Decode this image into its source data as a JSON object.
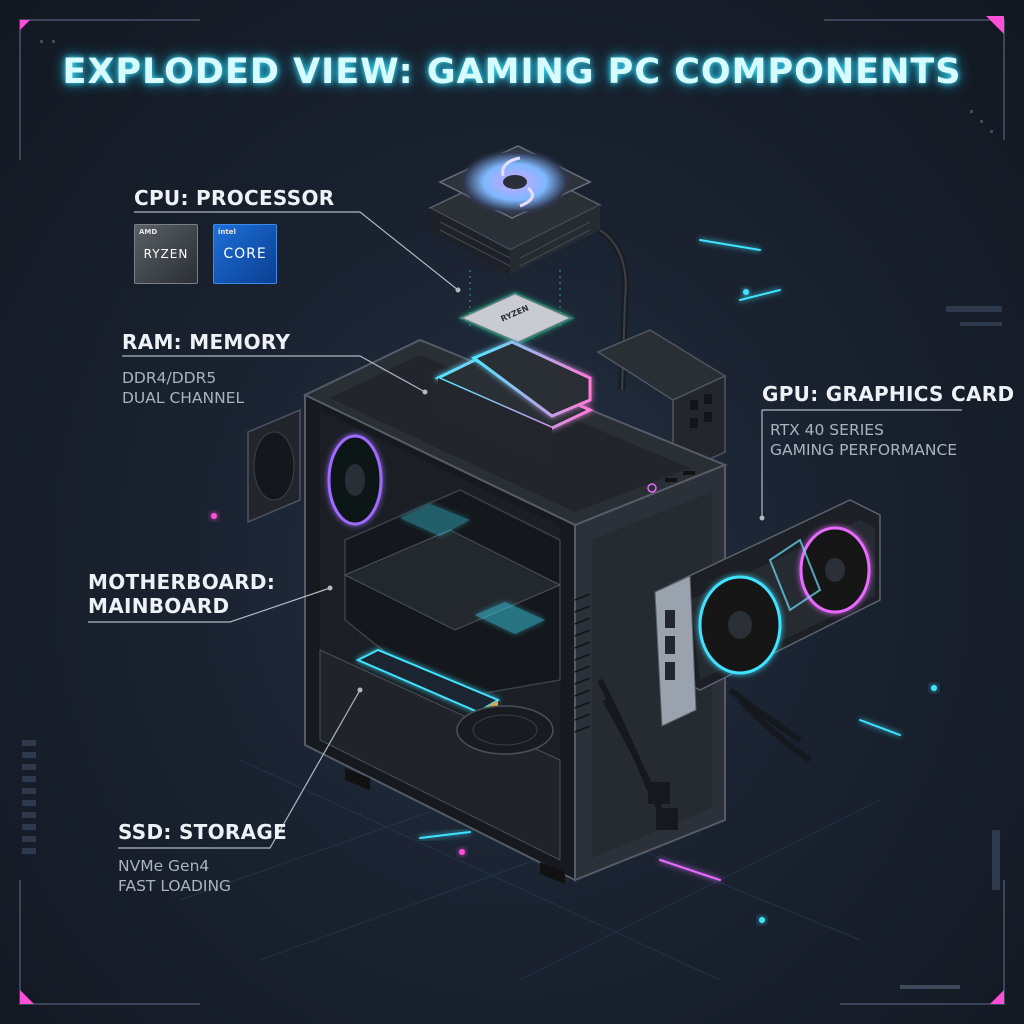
{
  "title": "EXPLODED VIEW: GAMING PC COMPONENTS",
  "cpu": {
    "label": "CPU: PROCESSOR",
    "logo_amd_top": "AMD",
    "logo_amd_name": "RYZEN",
    "logo_intel_top": "intel",
    "logo_intel_name": "CORE",
    "chip_text": "RYZEN"
  },
  "ram": {
    "label": "RAM: MEMORY",
    "line1": "DDR4/DDR5",
    "line2": "DUAL CHANNEL"
  },
  "motherboard": {
    "label_line1": "MOTHERBOARD:",
    "label_line2": "MAINBOARD"
  },
  "ssd": {
    "label": "SSD: STORAGE",
    "line1": "NVMe Gen4",
    "line2": "FAST LOADING"
  },
  "gpu": {
    "label": "GPU: GRAPHICS CARD",
    "line1": "RTX 40 SERIES",
    "line2": "GAMING PERFORMANCE"
  },
  "colors": {
    "cyan": "#3fe3ff",
    "magenta": "#e86bff",
    "case": "#2a2e35",
    "background": "#1a2230"
  }
}
